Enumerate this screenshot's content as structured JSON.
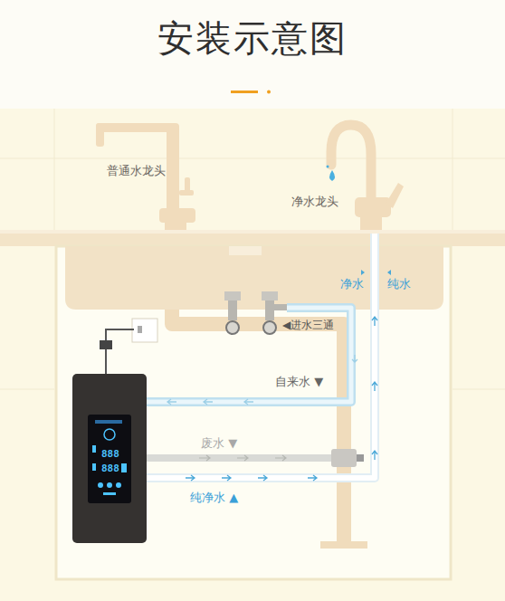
{
  "diagram": {
    "title": "安装示意图",
    "nodes": [
      {
        "text": [
          "888",
          "888"
        ]
      }
    ],
    "labels": [
      "普通水龙头",
      "净水龙头",
      "净水",
      "纯水",
      "◀进水三通",
      "自来水 ▼",
      "废水 ▼",
      "纯净水 ▲"
    ]
  }
}
